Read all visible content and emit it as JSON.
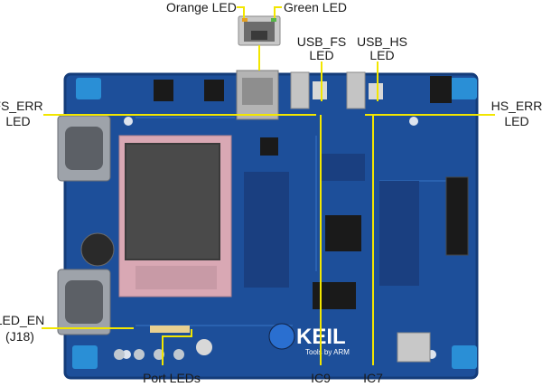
{
  "labels": {
    "orange_led": "Orange LED",
    "green_led": "Green LED",
    "usb_fs_led_line1": "USB_FS",
    "usb_fs_led_line2": "LED",
    "usb_hs_led_line1": "USB_HS",
    "usb_hs_led_line2": "LED",
    "fs_err_led_line1": "FS_ERR",
    "fs_err_led_line2": "LED",
    "hs_err_led_line1": "HS_ERR",
    "hs_err_led_line2": "LED",
    "led_en_line1": "LED_EN",
    "led_en_line2": "(J18)",
    "port_leds": "Port LEDs",
    "ic9": "IC9",
    "ic7": "IC7"
  },
  "board": {
    "brand": "KEIL",
    "brand_tagline": "Tools by ARM",
    "colors": {
      "pcb": "#1d4f9a",
      "pcb_dark": "#143c7a",
      "corner_pads": "#2a8fd6",
      "callout_lines": "#f2e600",
      "lcd_frame": "#d9a8b4",
      "lcd_screen": "#3a3a3a"
    }
  }
}
